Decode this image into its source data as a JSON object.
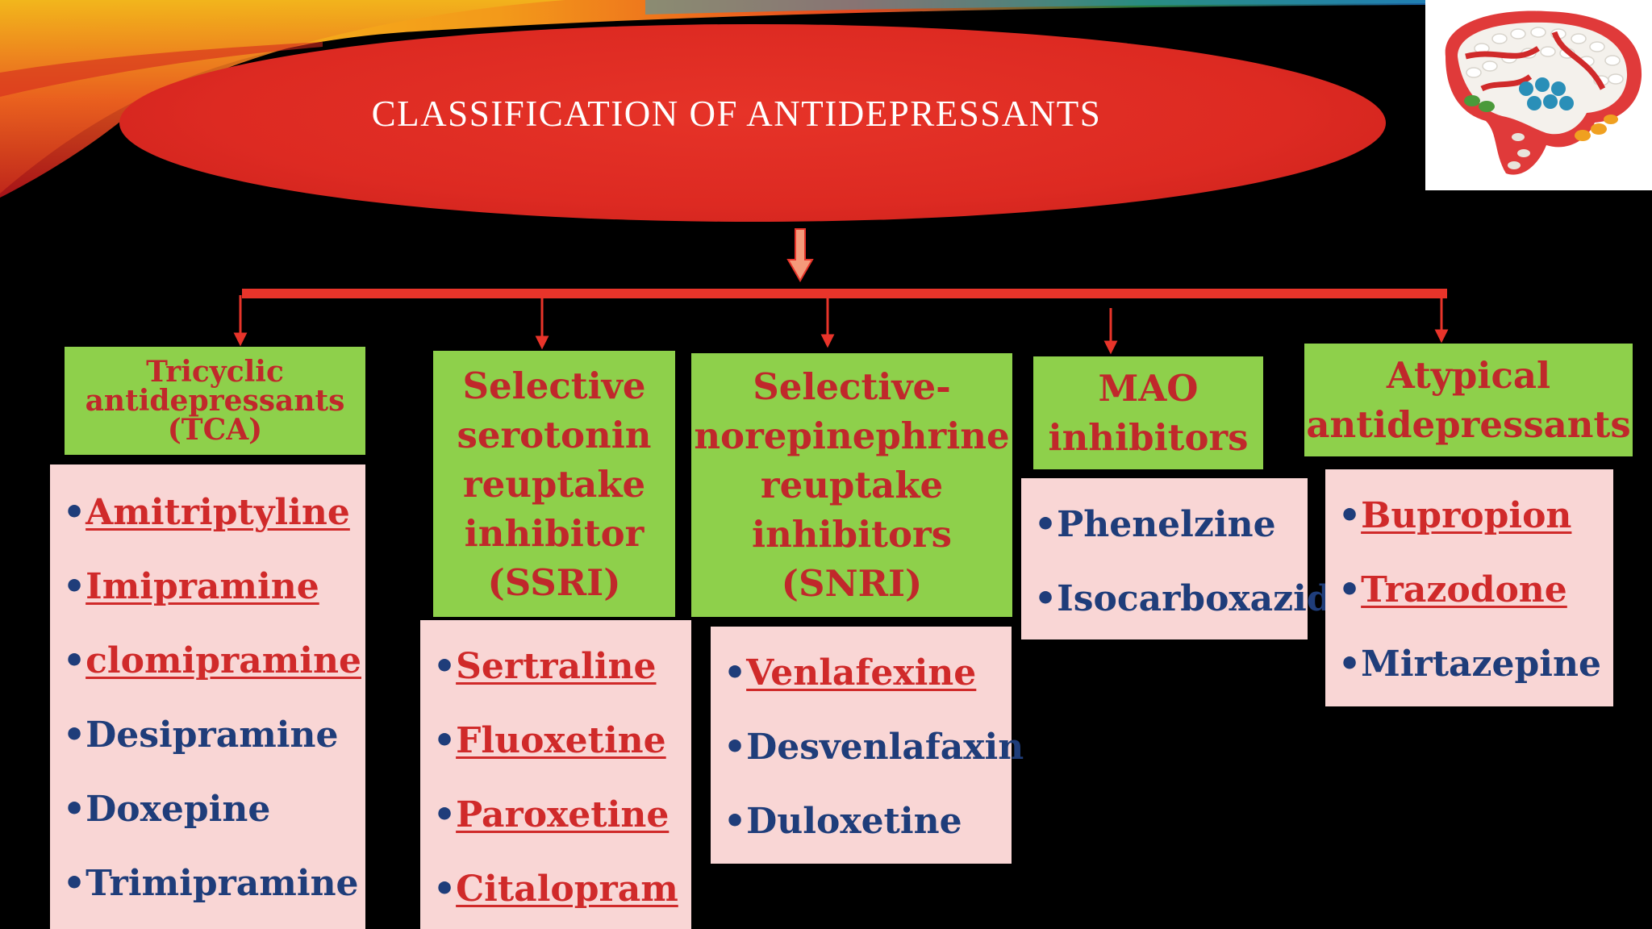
{
  "title": "CLASSIFICATION OF ANTIDEPRESSANTS",
  "colors": {
    "ellipse": "#dd2a22",
    "category_bg": "#8ed04b",
    "category_text": "#c0282b",
    "drug_bg": "#f9d6d5",
    "drug_red": "#d02a2a",
    "drug_blue": "#1f3d7a",
    "connector": "#e8342a",
    "arrow_fill": "#f59a7a"
  },
  "brain_image": "brain-pills-icon",
  "categories": [
    {
      "label": "Tricyclic\nantidepressants\n(TCA)",
      "drugs": [
        {
          "name": "Amitriptyline",
          "style": "red"
        },
        {
          "name": "Imipramine",
          "style": "red"
        },
        {
          "name": "clomipramine",
          "style": "red"
        },
        {
          "name": "Desipramine",
          "style": "blue"
        },
        {
          "name": "Doxepine",
          "style": "blue"
        },
        {
          "name": "Trimipramine",
          "style": "blue"
        }
      ]
    },
    {
      "label": "Selective\nserotonin\nreuptake\ninhibitor\n(SSRI)",
      "drugs": [
        {
          "name": "Sertraline",
          "style": "red"
        },
        {
          "name": "Fluoxetine",
          "style": "red"
        },
        {
          "name": "Paroxetine",
          "style": "red"
        },
        {
          "name": "Citalopram",
          "style": "red"
        }
      ]
    },
    {
      "label": "Selective-\nnorepinephrine\nreuptake\ninhibitors\n(SNRI)",
      "drugs": [
        {
          "name": "Venlafexine",
          "style": "red"
        },
        {
          "name": "Desvenlafaxin",
          "style": "blue"
        },
        {
          "name": "Duloxetine",
          "style": "blue"
        }
      ]
    },
    {
      "label": "MAO\ninhibitors",
      "drugs": [
        {
          "name": "Phenelzine",
          "style": "blue"
        },
        {
          "name": "Isocarboxazid",
          "style": "blue"
        }
      ]
    },
    {
      "label": "Atypical\nantidepressants",
      "drugs": [
        {
          "name": "Bupropion",
          "style": "red"
        },
        {
          "name": "Trazodone",
          "style": "red"
        },
        {
          "name": "Mirtazepine",
          "style": "blue"
        }
      ]
    }
  ]
}
